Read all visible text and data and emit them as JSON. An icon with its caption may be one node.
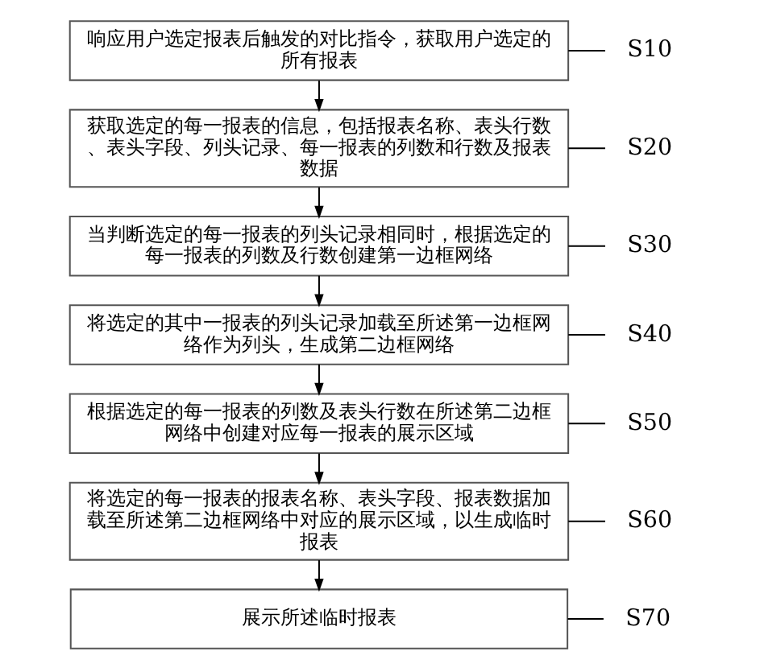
{
  "diagram": {
    "nodes": [
      {
        "text": [
          "响应用户选定报表后触发的对比指令，获取用户选定的所有报表"
        ]
      },
      {
        "text": [
          "获取选定的每一报表的信息，包括报表名称、表头行数、表头字段、列头记录、每一报表的列数和行数及报表数据"
        ]
      },
      {
        "text": [
          "当判断选定的每一报表的列头记录相同时，根据选定的每一报表的列数及行数创建第一边框网络"
        ]
      },
      {
        "text": [
          "将选定的其中一报表的列头记录加载至所述第一边框网络作为列头，生成第二边框网络"
        ]
      },
      {
        "text": [
          "根据选定的每一报表的列数及表头行数在所述第二边框网络中创建对应每一报表的展示区域"
        ]
      },
      {
        "text": [
          "将选定的每一报表的报表名称、表头字段、报表数据加载至所述第二边框网络中对应的展示区域，以生成临时报表"
        ]
      },
      {
        "text": [
          "展示所述临时报表"
        ]
      },
      {
        "text": [
          "S10"
        ]
      },
      {
        "text": [
          "S20"
        ]
      },
      {
        "text": [
          "S30"
        ]
      },
      {
        "text": [
          "S40"
        ]
      },
      {
        "text": [
          "S50"
        ]
      },
      {
        "text": [
          "S60"
        ]
      },
      {
        "text": [
          "S70"
        ]
      }
    ],
    "edges": [
      {
        "from": 0,
        "to": 1,
        "arrow": "to"
      },
      {
        "from": 1,
        "to": 2,
        "arrow": "to"
      },
      {
        "from": 2,
        "to": 3,
        "arrow": "to"
      },
      {
        "from": 3,
        "to": 4,
        "arrow": "to"
      },
      {
        "from": 4,
        "to": 5,
        "arrow": "to"
      },
      {
        "from": 5,
        "to": 6,
        "arrow": "to"
      },
      {
        "from": 7,
        "to": 0,
        "arrow": "none"
      },
      {
        "from": 8,
        "to": 1,
        "arrow": "none"
      },
      {
        "from": 9,
        "to": 2,
        "arrow": "none"
      },
      {
        "from": 10,
        "to": 3,
        "arrow": "none"
      },
      {
        "from": 11,
        "to": 4,
        "arrow": "none"
      },
      {
        "from": 12,
        "to": 5,
        "arrow": "none"
      },
      {
        "from": 13,
        "to": 6,
        "arrow": "none"
      }
    ]
  }
}
